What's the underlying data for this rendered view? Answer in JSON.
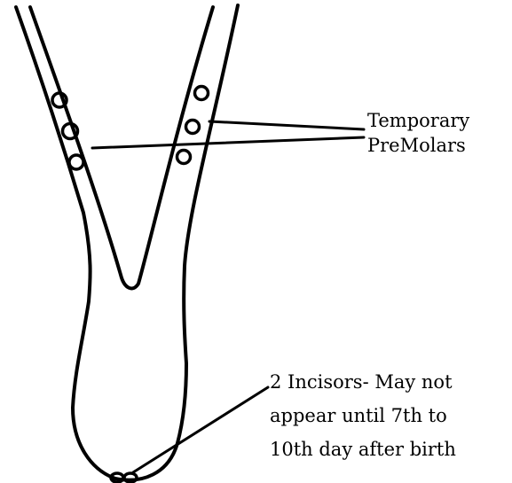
{
  "labels": {
    "premolars": {
      "line1": "Temporary",
      "line2": "PreMolars"
    },
    "incisors": {
      "line1": "2 Incisors- May not",
      "line2": "appear until 7th to",
      "line3": "10th day after birth"
    }
  },
  "colors": {
    "stroke": "#000000",
    "background": "#ffffff"
  }
}
